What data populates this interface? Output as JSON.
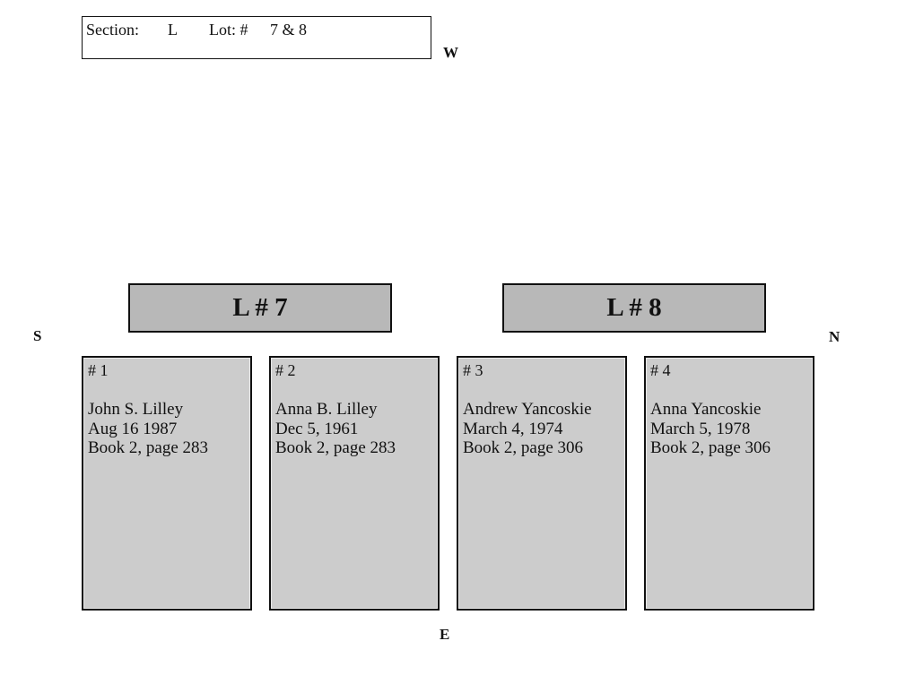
{
  "header": {
    "section_label": "Section:",
    "section_value": "L",
    "lot_label": "Lot: #",
    "lot_value": "7 & 8"
  },
  "compass": {
    "west": "W",
    "south": "S",
    "north": "N",
    "east": "E"
  },
  "lots": [
    {
      "label": "L # 7"
    },
    {
      "label": "L # 8"
    }
  ],
  "graves": [
    {
      "number": "# 1",
      "name": "John S. Lilley",
      "date": "Aug 16 1987",
      "record": "Book 2, page 283"
    },
    {
      "number": "# 2",
      "name": "Anna B. Lilley",
      "date": "Dec 5, 1961",
      "record": "Book 2, page 283"
    },
    {
      "number": "# 3",
      "name": "Andrew Yancoskie",
      "date": "March 4, 1974",
      "record": "Book 2, page 306"
    },
    {
      "number": "# 4",
      "name": "Anna Yancoskie",
      "date": "March 5, 1978",
      "record": "Book 2, page 306"
    }
  ],
  "colors": {
    "lot_label_fill": "#b8b8b8",
    "grave_fill": "#cccccc",
    "border": "#111111"
  }
}
